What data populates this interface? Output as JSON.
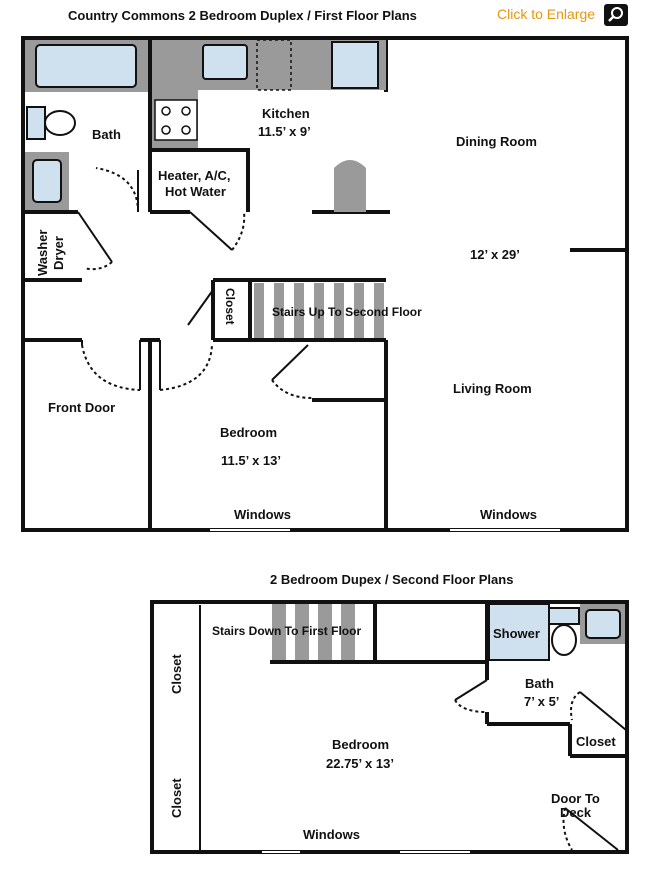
{
  "header": {
    "title_first": "Country Commons 2 Bedroom Duplex / First Floor Plans",
    "enlarge_link": "Click to Enlarge",
    "enlarge_icon": "magnifier-icon",
    "title_second": "2 Bedroom Dupex / Second Floor Plans"
  },
  "first_floor": {
    "bath": "Bath",
    "kitchen": "Kitchen",
    "kitchen_size": "11.5’ x 9’",
    "dining": "Dining Room",
    "dining_size": "12’ x 29’",
    "heater1": "Heater, A/C,",
    "heater2": "Hot Water",
    "washer": "Washer",
    "dryer": "Dryer",
    "closet": "Closet",
    "stairs": "Stairs Up To Second Floor",
    "front_door": "Front Door",
    "bedroom": "Bedroom",
    "bedroom_size": "11.5’ x 13’",
    "living": "Living Room",
    "windows_left": "Windows",
    "windows_right": "Windows"
  },
  "second_floor": {
    "stairs": "Stairs Down To First Floor",
    "shower": "Shower",
    "bath": "Bath",
    "bath_size": "7’ x 5’",
    "closet_right": "Closet",
    "closet_top": "Closet",
    "closet_bottom": "Closet",
    "bedroom": "Bedroom",
    "bedroom_size": "22.75’ x 13’",
    "door1": "Door To",
    "door2": "Deck",
    "windows": "Windows"
  },
  "colors": {
    "wall": "#111111",
    "fixture_fill": "#cfe0ee",
    "counter": "#9a9a9a",
    "enlarge": "#e8960c"
  }
}
